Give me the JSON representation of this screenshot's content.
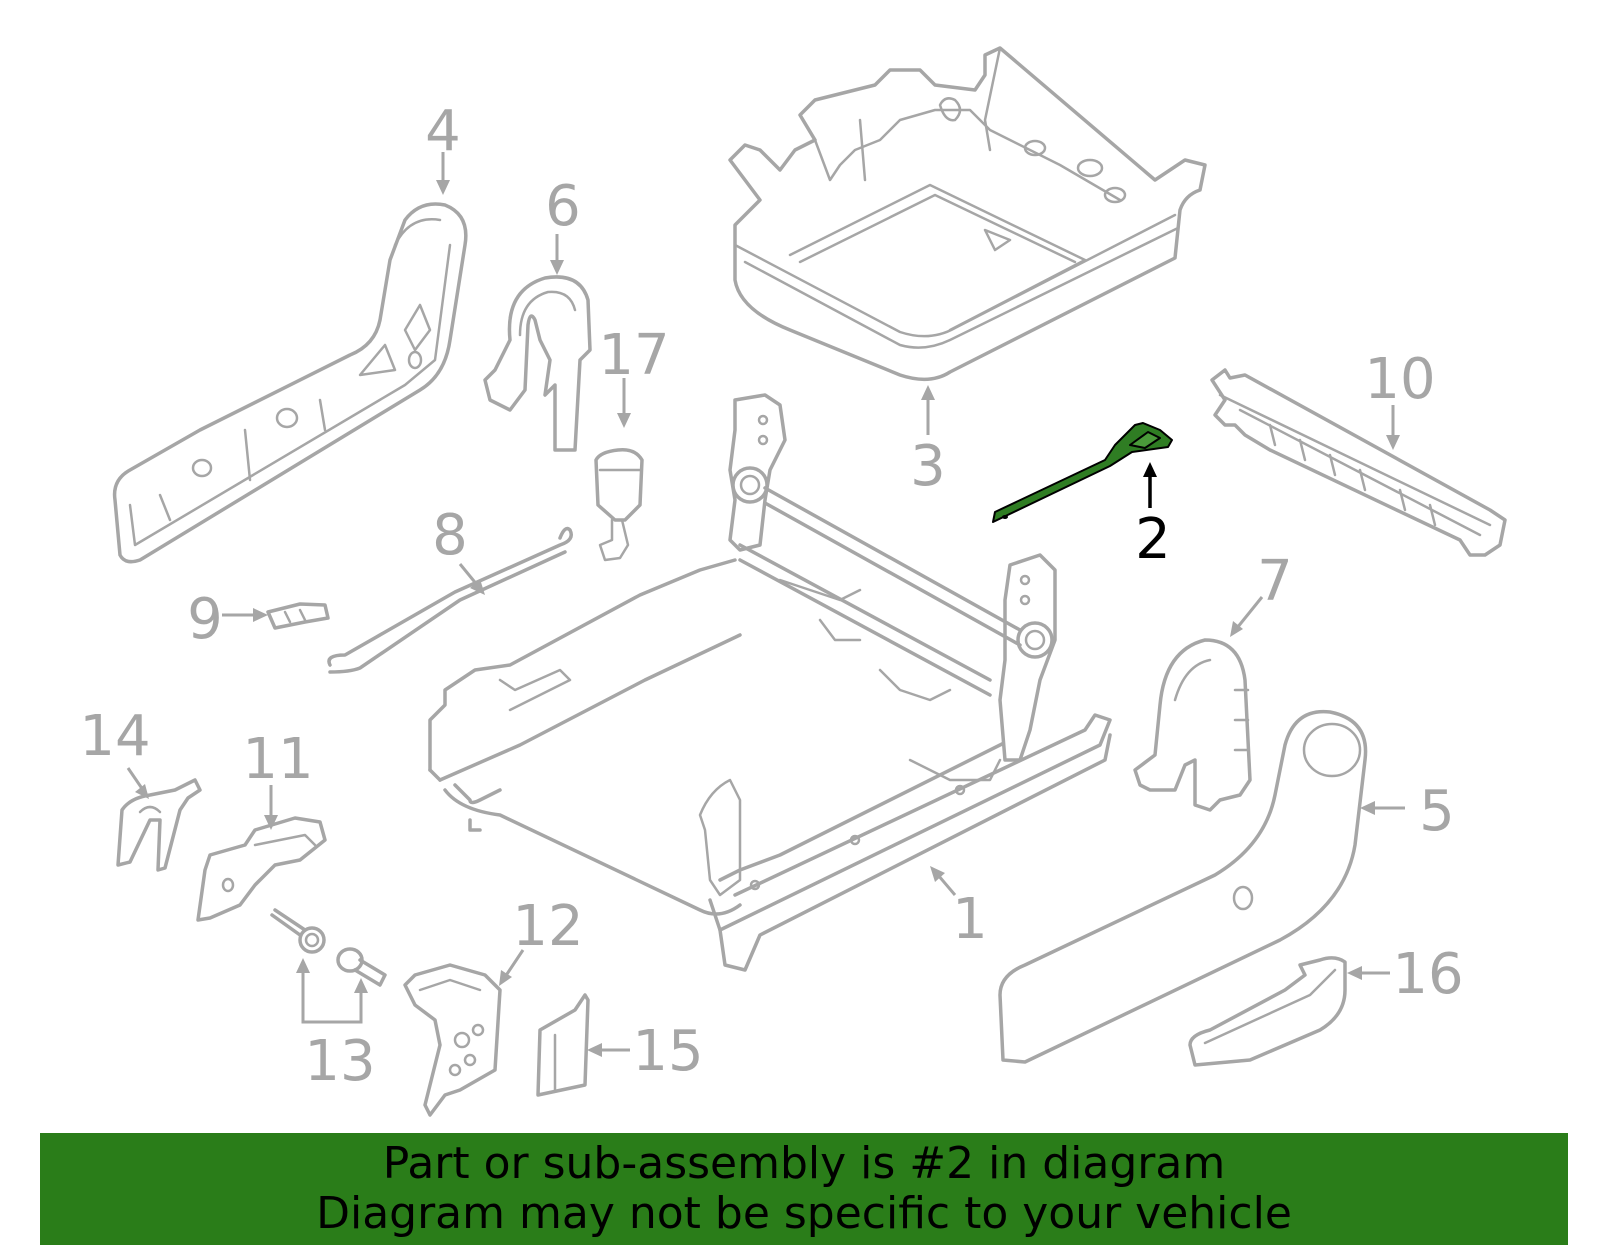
{
  "diagram": {
    "highlight_color": "#2f7d23",
    "line_color": "#a6a6a6",
    "highlighted_part": "2",
    "callouts": [
      "1",
      "2",
      "3",
      "4",
      "5",
      "6",
      "7",
      "8",
      "9",
      "10",
      "11",
      "12",
      "13",
      "14",
      "15",
      "16",
      "17"
    ]
  },
  "banner": {
    "background": "#2a7d19",
    "line1": "Part or sub-assembly is #2 in diagram",
    "line2": "Diagram may not be specific to your vehicle"
  }
}
